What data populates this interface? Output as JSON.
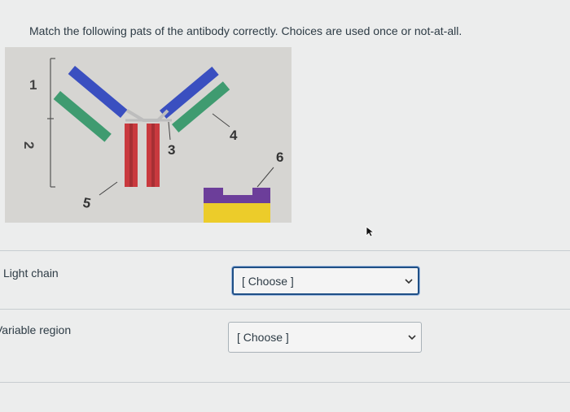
{
  "question": {
    "prompt": "Match the following pats of the antibody correctly. Choices are used once or not-at-all."
  },
  "figure": {
    "labels": {
      "one": "1",
      "two": "2",
      "three": "3",
      "four": "4",
      "five": "5",
      "six": "6"
    },
    "colors": {
      "heavy_variable": "#3a4fc0",
      "light_chain": "#3f9b70",
      "hinge": "#c8c8c8",
      "heavy_constant": "#c9393e",
      "antigen_top": "#6c3e9a",
      "antigen_base": "#eccc2a"
    }
  },
  "rows": [
    {
      "label": "Light chain",
      "select_value": "[ Choose ]",
      "focused": true
    },
    {
      "label": "Variable region",
      "select_value": "[ Choose ]",
      "focused": false
    }
  ]
}
